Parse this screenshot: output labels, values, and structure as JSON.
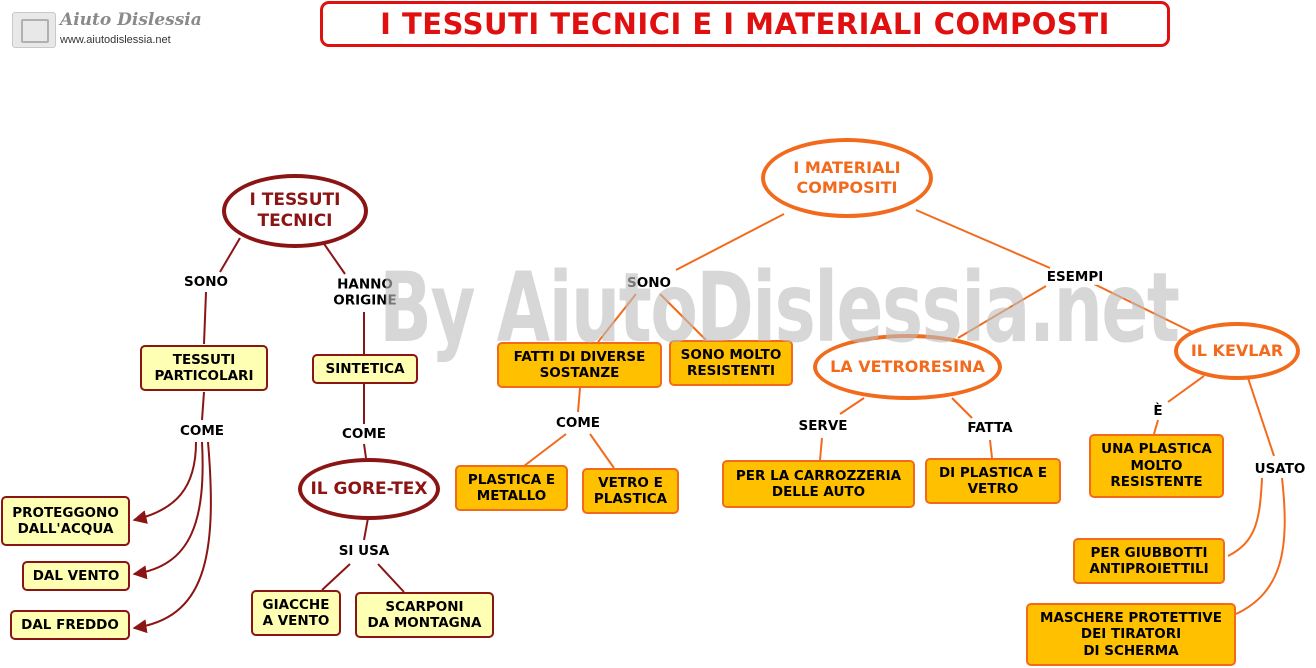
{
  "header": {
    "title": "I TESSUTI TECNICI E I MATERIALI COMPOSTI",
    "logo_name": "Aiuto Dislessia",
    "logo_url": "www.aiutodislessia.net"
  },
  "watermark": "By AiutoDislessia.net",
  "colors": {
    "title_red": "#e01010",
    "textile_dark_red": "#8b1414",
    "composite_orange": "#f26b1d",
    "pale_yellow_fill": "#ffffb3",
    "gold_fill": "#ffc000"
  },
  "tessuti": {
    "root": "I TESSUTI\nTECNICI",
    "link_sono": "SONO",
    "link_hanno_origine": "HANNO\nORIGINE",
    "particolari": "TESSUTI\nPARTICOLARI",
    "sintetica": "SINTETICA",
    "link_come_left": "COME",
    "link_come_mid": "COME",
    "acqua": "PROTEGGONO\nDALL'ACQUA",
    "vento": "DAL VENTO",
    "freddo": "DAL FREDDO",
    "goretex": "IL GORE-TEX",
    "link_si_usa": "SI USA",
    "giacche": "GIACCHE\nA VENTO",
    "scarponi": "SCARPONI\nDA MONTAGNA"
  },
  "compositi": {
    "root": "I MATERIALI\nCOMPOSITI",
    "link_sono": "SONO",
    "link_esempi": "ESEMPI",
    "diverse": "FATTI DI DIVERSE\nSOSTANZE",
    "resistenti": "SONO MOLTO\nRESISTENTI",
    "link_come": "COME",
    "plastica_metallo": "PLASTICA E\nMETALLO",
    "vetro_plastica": "VETRO E\nPLASTICA",
    "vetroresina": "LA VETRORESINA",
    "link_serve": "SERVE",
    "link_fatta": "FATTA",
    "carrozzeria": "PER LA CARROZZERIA\nDELLE AUTO",
    "di_plastica_vetro": "DI PLASTICA E\nVETRO",
    "kevlar": "IL KEVLAR",
    "link_e": "È",
    "link_usato": "USATO",
    "plastica_resistente": "UNA PLASTICA\nMOLTO\nRESISTENTE",
    "giubbotti": "PER GIUBBOTTI\nANTIPROIETTILI",
    "maschere": "MASCHERE PROTETTIVE\nDEI TIRATORI\nDI SCHERMA"
  }
}
